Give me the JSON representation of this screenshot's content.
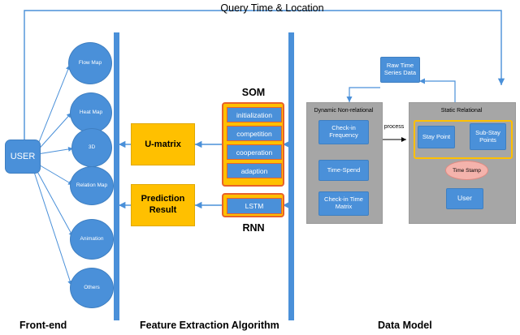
{
  "diagram": {
    "top_label": "Query Time & Location",
    "sections": [
      {
        "name": "front-end",
        "label": "Front-end"
      },
      {
        "name": "feature-extraction",
        "label": "Feature Extraction Algorithm"
      },
      {
        "name": "data-model",
        "label": "Data Model"
      }
    ],
    "frontend": {
      "user_label": "USER",
      "items": [
        {
          "label": "Flow Map"
        },
        {
          "label": "Heat Map"
        },
        {
          "label": "3D"
        },
        {
          "label": "Relation Map"
        },
        {
          "label": "Animation"
        },
        {
          "label": "Others"
        }
      ]
    },
    "feature_extraction": {
      "outputs": [
        {
          "label": "U-matrix"
        },
        {
          "label": "Prediction Result"
        }
      ],
      "som": {
        "title": "SOM",
        "steps": [
          {
            "label": "initialization"
          },
          {
            "label": "competition"
          },
          {
            "label": "cooperation"
          },
          {
            "label": "adaption"
          }
        ]
      },
      "rnn": {
        "title": "RNN",
        "steps": [
          {
            "label": "LSTM"
          }
        ]
      }
    },
    "data_model": {
      "raw_source": {
        "label": "Raw Time Series Data"
      },
      "process_label": "process",
      "dynamic": {
        "title": "Dynamic Non-relational",
        "items": [
          {
            "label": "Check-in Frequency"
          },
          {
            "label": "Time-Spend"
          },
          {
            "label": "Check-in Time Matrix"
          }
        ]
      },
      "static": {
        "title": "Static Relational",
        "items": [
          {
            "label": "Stay Point"
          },
          {
            "label": "Sub-Stay Points"
          },
          {
            "label": "Time Stamp"
          },
          {
            "label": "User"
          }
        ]
      }
    },
    "colors": {
      "blue": "#4a90d9",
      "yellow": "#ffc000",
      "orange_border": "#e8622a",
      "gray": "#a6a6a6",
      "pink": "#f4b3ac",
      "arrow": "#4a90d9"
    }
  }
}
